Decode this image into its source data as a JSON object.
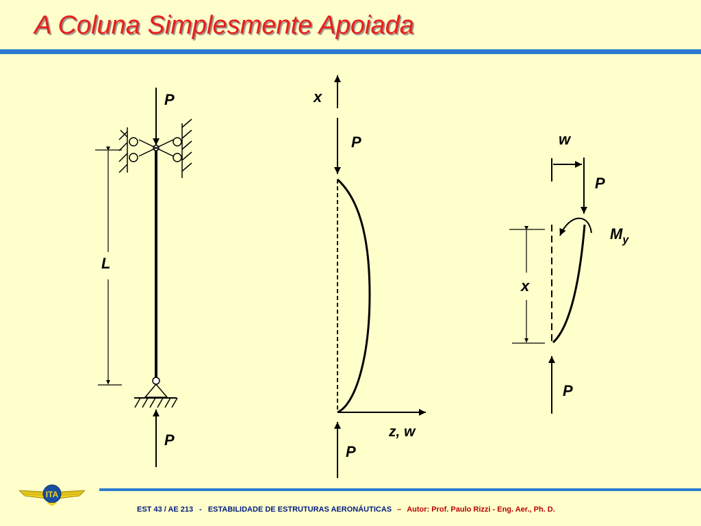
{
  "title": "A Coluna Simplesmente Apoiada",
  "labels": {
    "fig1_load_top": "P",
    "fig1_length": "L",
    "fig1_load_bottom": "P",
    "fig2_axis_x": "x",
    "fig2_load_top": "P",
    "fig2_axis_zw": "z, w",
    "fig2_load_bottom": "P",
    "fig3_deflection": "w",
    "fig3_load_top": "P",
    "fig3_moment_M": "M",
    "fig3_moment_sub": "y",
    "fig3_position": "x",
    "fig3_load_bottom": "P"
  },
  "footer": {
    "course": "EST 43 / AE 213",
    "dash": "-",
    "subject": "ESTABILIDADE DE ESTRUTURAS AERONÁUTICAS",
    "separator": "–",
    "author": "Autor: Prof. Paulo Rizzi - Eng. Aer.,  Ph. D."
  },
  "logo": {
    "text": "ITA",
    "colors": {
      "wing": "#f0d020",
      "center": "#1a4fa0"
    }
  },
  "colors": {
    "title": "#e8201c",
    "rule": "#2a7ad0",
    "background": "#ffffcc"
  }
}
